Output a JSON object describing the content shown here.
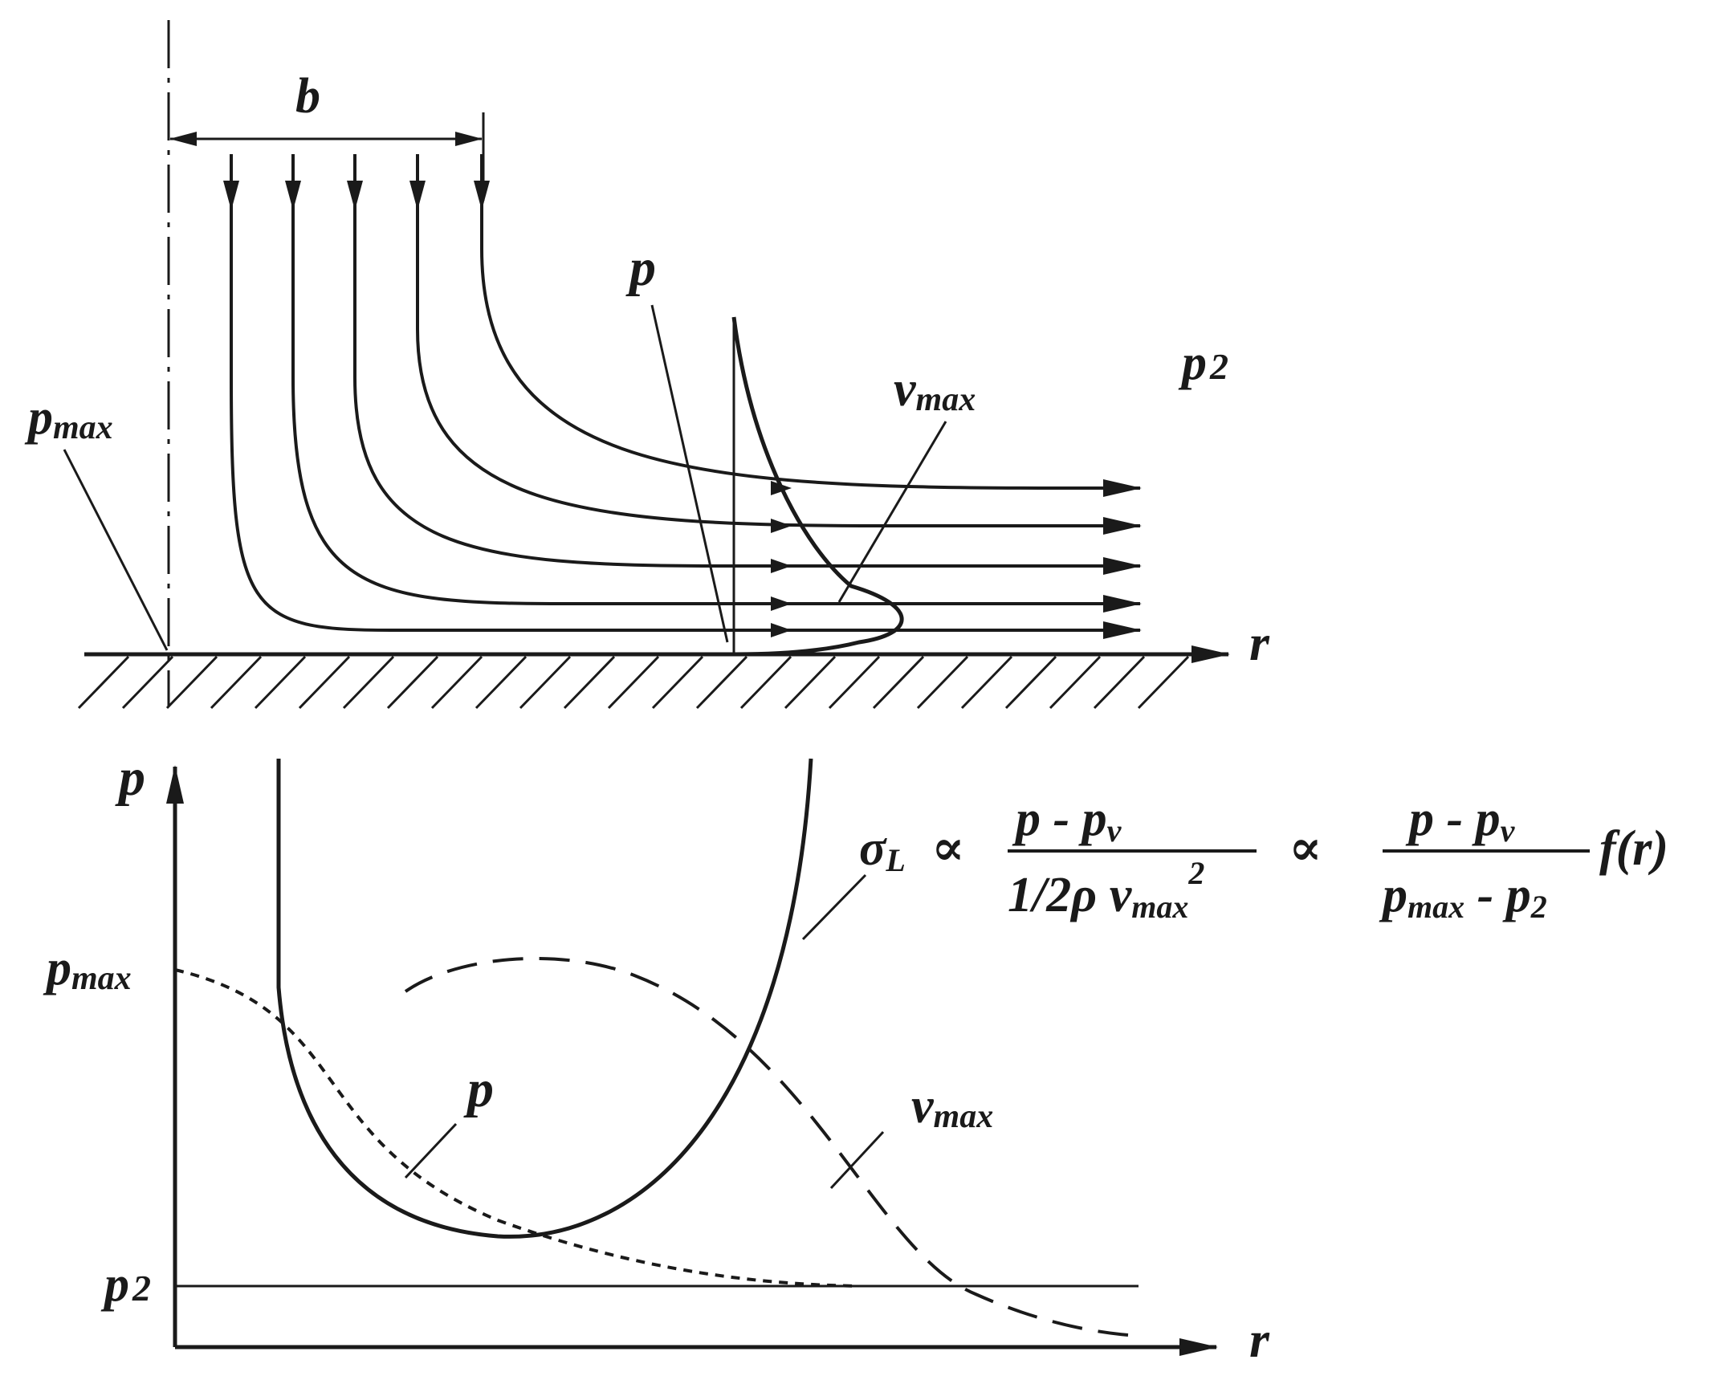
{
  "top_diagram": {
    "width_label": "b",
    "pmax_label": {
      "main": "p",
      "sub": "max"
    },
    "p_label": "p",
    "vmax_label": {
      "main": "v",
      "sub": "max"
    },
    "p2_label": {
      "main": "p",
      "sub": "2"
    },
    "r_label": "r"
  },
  "bottom_chart": {
    "y_axis_label": "p",
    "x_axis_label": "r",
    "pmax_tick": {
      "main": "p",
      "sub": "max"
    },
    "p2_tick": {
      "main": "p",
      "sub": "2"
    },
    "p_curve_label": "p",
    "vmax_curve_label": {
      "main": "v",
      "sub": "max"
    }
  },
  "formula": {
    "sigma": "σ",
    "sigma_sub": "L",
    "prop": "∝",
    "num1": {
      "p": "p",
      "minus": " - ",
      "pv": "p",
      "pv_sub": "v"
    },
    "den1": {
      "prefix": "1/2",
      "rho": "ρ",
      "v": " v",
      "v_sub": "max",
      "v_sup": "2"
    },
    "num2": {
      "p": "p",
      "minus": " - ",
      "pv": "p",
      "pv_sub": "v"
    },
    "den2": {
      "pmax": "p",
      "pmax_sub": "max",
      "minus": " - ",
      "p2": "p",
      "p2_sub": "2"
    },
    "tail": "f(r)"
  },
  "colors": {
    "ink": "#1a1a1a",
    "background": "#ffffff"
  }
}
